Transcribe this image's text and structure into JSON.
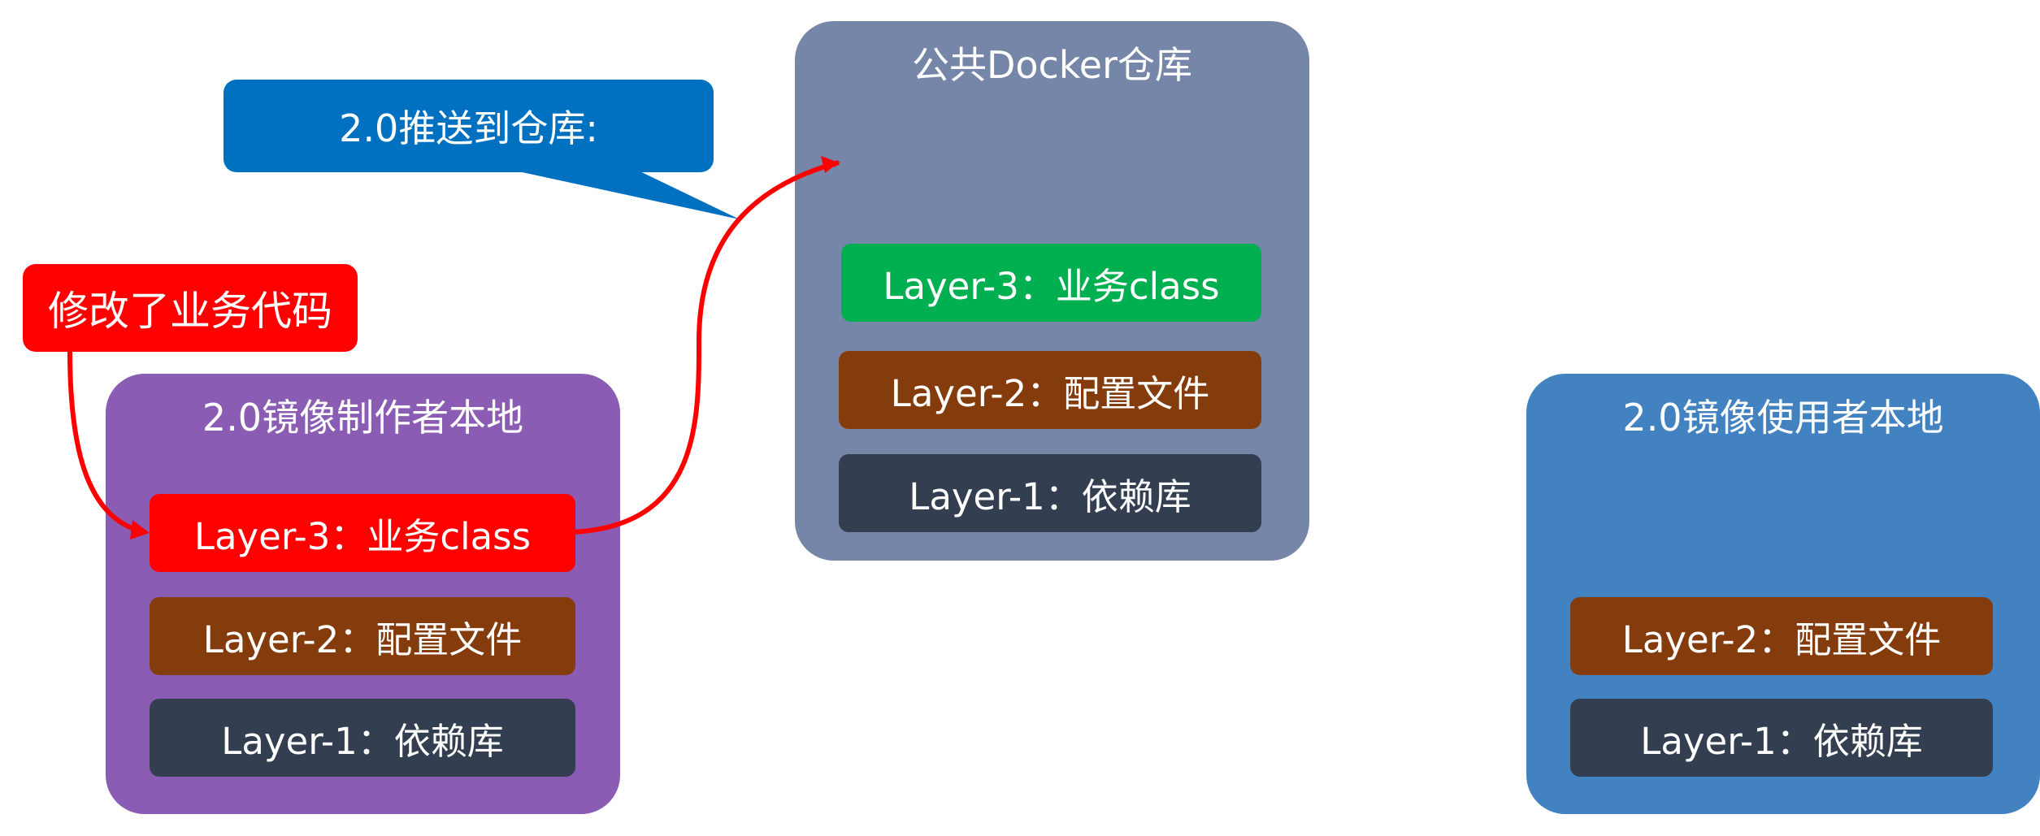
{
  "colors": {
    "producer_box": "#8B5CB4",
    "registry_box": "#7686A8",
    "consumer_box": "#4282C0",
    "layer3_changed": "#FF0000",
    "layer3_registry": "#00B050",
    "layer2": "#843C0C",
    "layer1": "#333F50",
    "callout_push": "#0070C0",
    "callout_modified": "#FF0000",
    "arrow": "#FF0000"
  },
  "producer": {
    "title": "2.0镜像制作者本地",
    "layer3": "Layer-3：业务class",
    "layer2": "Layer-2：配置文件",
    "layer1": "Layer-1：依赖库"
  },
  "registry": {
    "title": "公共Docker仓库",
    "layer3": "Layer-3：业务class",
    "layer2": "Layer-2：配置文件",
    "layer1": "Layer-1：依赖库"
  },
  "consumer": {
    "title": "2.0镜像使用者本地",
    "layer2": "Layer-2：配置文件",
    "layer1": "Layer-1：依赖库"
  },
  "callouts": {
    "push": "2.0推送到仓库:",
    "modified": "修改了业务代码"
  }
}
